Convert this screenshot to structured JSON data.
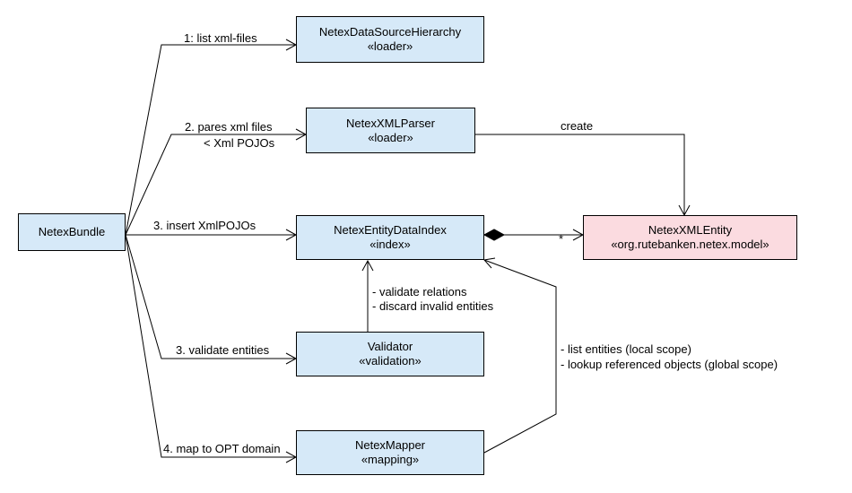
{
  "nodes": {
    "bundle": {
      "name": "NetexBundle"
    },
    "hierarchy": {
      "name": "NetexDataSourceHierarchy",
      "stereotype": "«loader»"
    },
    "parser": {
      "name": "NetexXMLParser",
      "stereotype": "«loader»"
    },
    "index": {
      "name": "NetexEntityDataIndex",
      "stereotype": "«index»"
    },
    "entity": {
      "name": "NetexXMLEntity",
      "stereotype": "«org.rutebanken.netex.model»"
    },
    "validator": {
      "name": "Validator",
      "stereotype": "«validation»"
    },
    "mapper": {
      "name": "NetexMapper",
      "stereotype": "«mapping»"
    }
  },
  "edges": {
    "list_files": "1: list xml-files",
    "parse_line1": "2. pares xml files",
    "parse_line2": "< Xml POJOs",
    "insert": "3. insert XmlPOJOs",
    "validate": "3. validate entities",
    "map": "4. map to OPT domain",
    "create": "create",
    "multiplicity": "*",
    "validator_note1": "- validate relations",
    "validator_note2": "- discard invalid entities",
    "mapper_note1": "- list entities (local scope)",
    "mapper_note2": "- lookup referenced objects (global scope)"
  }
}
